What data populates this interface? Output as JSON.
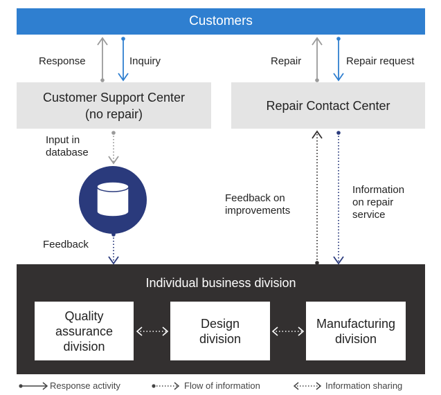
{
  "customers": {
    "label": "Customers"
  },
  "left_flow": {
    "response_label": "Response",
    "inquiry_label": "Inquiry",
    "center_label": "Customer Support Center\n(no repair)",
    "input_label": "Input in\ndatabase",
    "feedback_label": "Feedback"
  },
  "right_flow": {
    "repair_label": "Repair",
    "repair_request_label": "Repair request",
    "center_label": "Repair Contact Center",
    "feedback_improvements_label": "Feedback on\nimprovements",
    "information_repair_label": "Information\non repair\nservice"
  },
  "division": {
    "title": "Individual business division",
    "quality_label": "Quality\nassurance\ndivision",
    "design_label": "Design\ndivision",
    "manufacturing_label": "Manufacturing\ndivision"
  },
  "legend": {
    "response_activity": "Response activity",
    "flow_of_information": "Flow of information",
    "information_sharing": "Information sharing"
  },
  "colors": {
    "blue": "#2f7fd0",
    "gray": "#9a9a9a",
    "navy": "#2a3a7c",
    "dark_panel": "#333030",
    "box_gray": "#e4e4e4"
  }
}
